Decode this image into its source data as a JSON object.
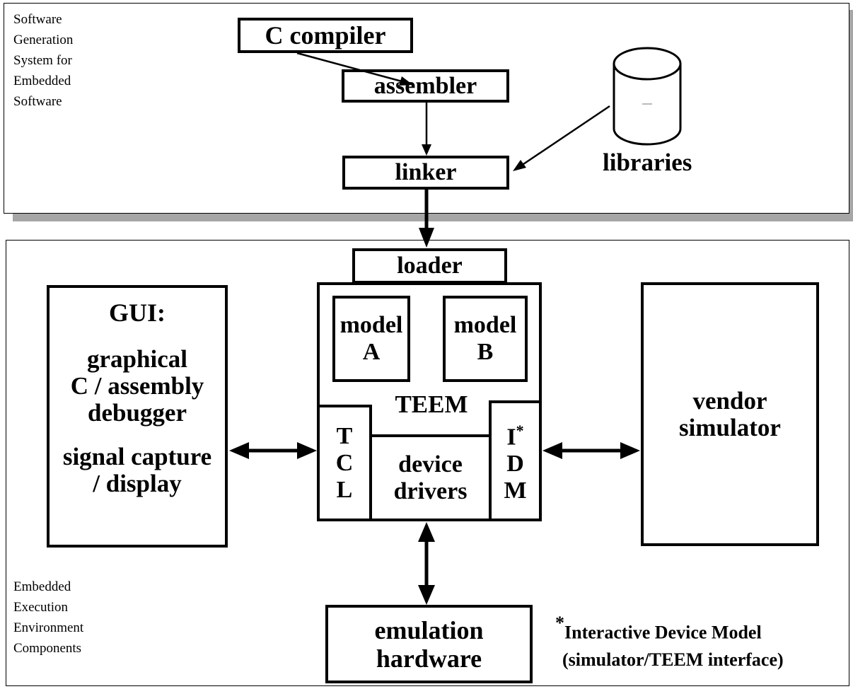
{
  "top_panel": {
    "label_lines": [
      "Software",
      "Generation",
      "System for",
      "Embedded",
      "Software"
    ],
    "c_compiler": "C compiler",
    "assembler": "assembler",
    "linker": "linker",
    "libraries": "libraries"
  },
  "bottom_panel": {
    "label_lines": [
      "Embedded",
      "Execution",
      "Environment",
      "Components"
    ],
    "loader": "loader",
    "gui": {
      "title": "GUI:",
      "debugger_lines": [
        "graphical",
        "C / assembly",
        "debugger"
      ],
      "capture_lines": [
        "signal capture",
        "/ display"
      ]
    },
    "model_a_lines": [
      "model",
      "A"
    ],
    "model_b_lines": [
      "model",
      "B"
    ],
    "teem": "TEEM",
    "tcl_letters": [
      "T",
      "C",
      "L"
    ],
    "device_drivers_lines": [
      "device",
      "drivers"
    ],
    "idm_letters": [
      "I",
      "D",
      "M"
    ],
    "idm_marker": "*",
    "vendor_simulator_lines": [
      "vendor",
      "simulator"
    ],
    "emulation_hardware_lines": [
      "emulation",
      "hardware"
    ],
    "footnote": {
      "marker": "*",
      "line1": "Interactive Device Model",
      "line2": "(simulator/TEEM interface)"
    }
  }
}
